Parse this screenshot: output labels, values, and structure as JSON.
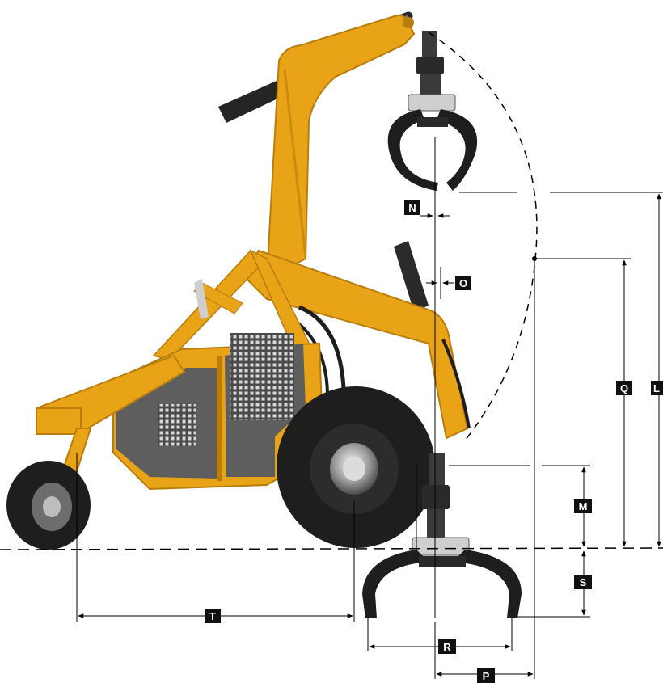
{
  "colors": {
    "machine_yellow": "#E8A317",
    "machine_yellow_dark": "#B97D0C",
    "panel_grey": "#5E5E5E",
    "tire_black": "#1E1E1E",
    "label_bg": "#111111",
    "dim_line": "#000000"
  },
  "labels": {
    "N": "N",
    "O": "O",
    "Q": "Q",
    "L": "L",
    "M": "M",
    "S": "S",
    "R": "R",
    "T": "T",
    "P": "P"
  }
}
